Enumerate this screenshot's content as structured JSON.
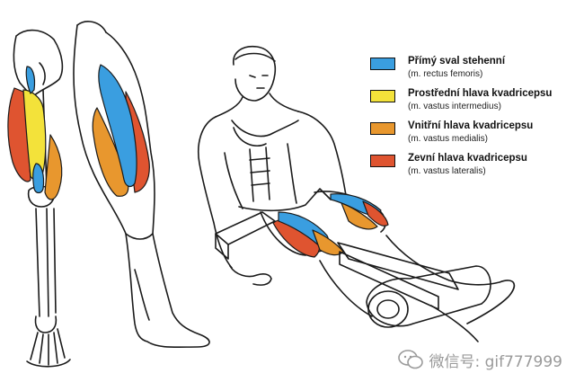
{
  "legend": {
    "items": [
      {
        "name": "Přímý sval stehenní",
        "latin": "(m. rectus femoris)",
        "color": "#3a9ee0"
      },
      {
        "name": "Prostřední hlava kvadricepsu",
        "latin": "(m. vastus intermedius)",
        "color": "#f3e23a"
      },
      {
        "name": "Vnitřní hlava kvadricepsu",
        "latin": "(m. vastus medialis)",
        "color": "#e8972e"
      },
      {
        "name": "Zevní hlava kvadricepsu",
        "latin": "(m. vastus lateralis)",
        "color": "#df5430"
      }
    ]
  },
  "watermark": {
    "text": "微信号: gif777999",
    "icon": "wechat-icon"
  },
  "colors": {
    "line": "#1a1a1a",
    "rectus_femoris": "#3a9ee0",
    "vastus_intermedius": "#f3e23a",
    "vastus_medialis": "#e8972e",
    "vastus_lateralis": "#df5430"
  }
}
